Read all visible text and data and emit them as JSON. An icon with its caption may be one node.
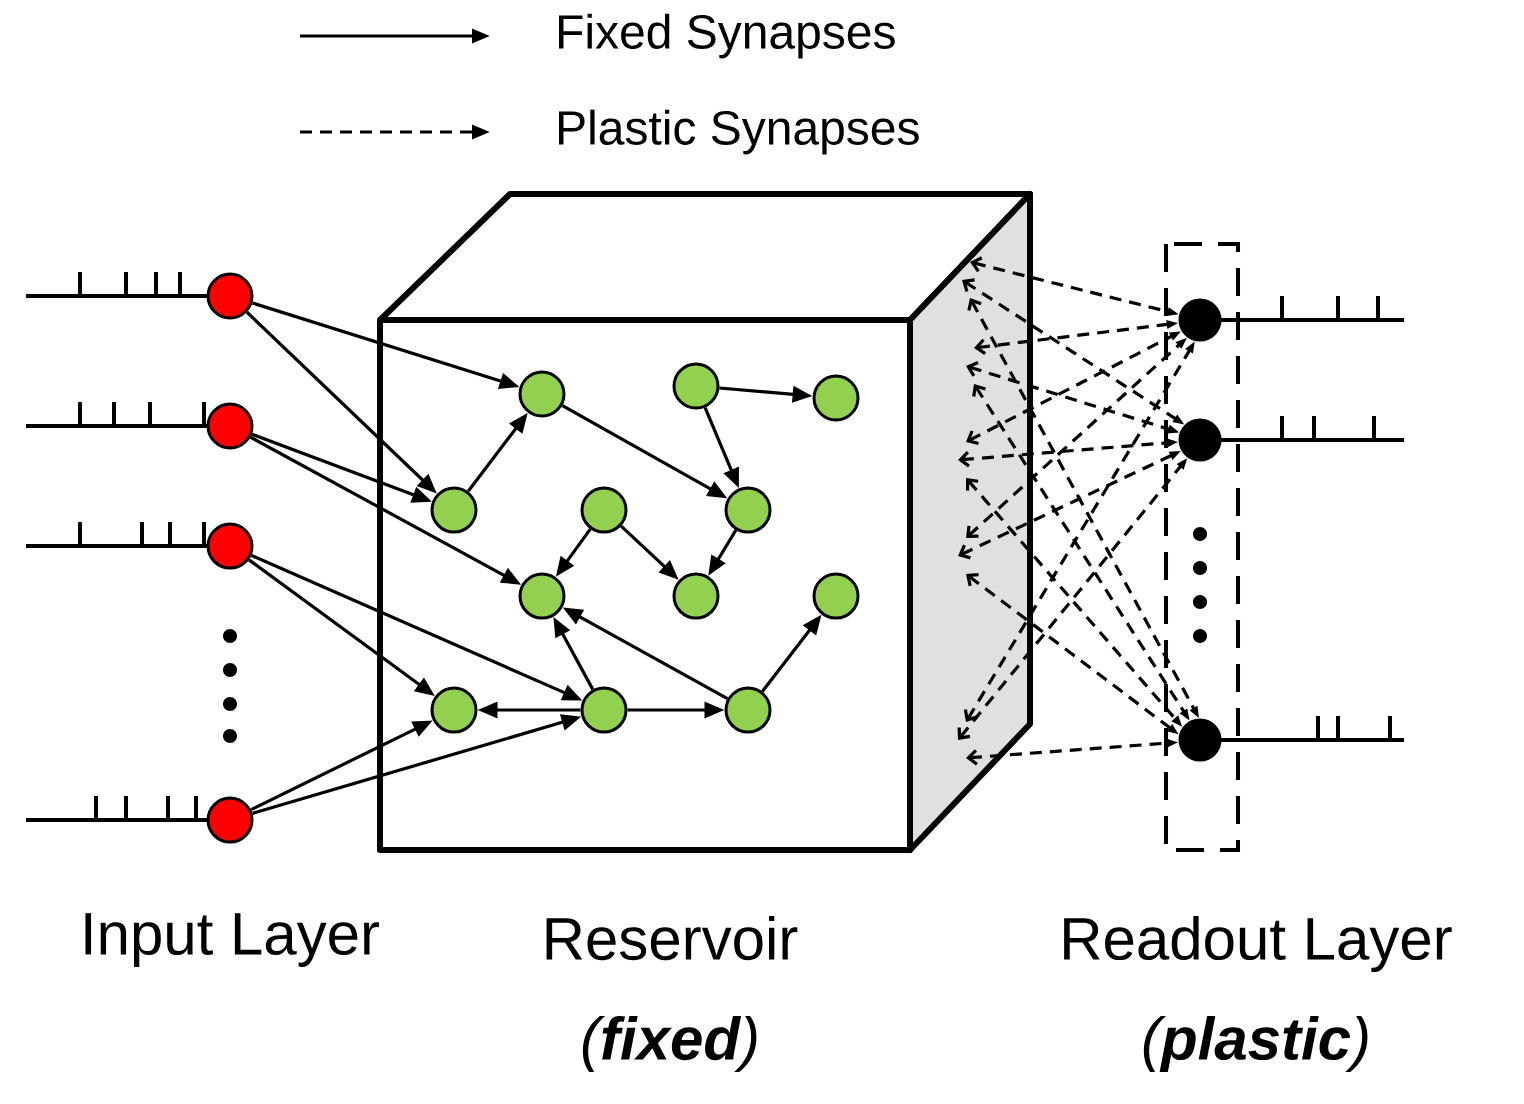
{
  "diagram": {
    "nodes": [
      {
        "text": [],
        "shape": "circle"
      },
      {
        "text": [],
        "shape": "circle"
      },
      {
        "text": [],
        "shape": "circle"
      },
      {
        "text": [],
        "shape": "circle"
      },
      {
        "text": [
          "Reservoir",
          "(**fixed**)"
        ]
      },
      {
        "text": [],
        "shape": "circle",
        "in": 4
      },
      {
        "text": [],
        "shape": "circle",
        "in": 4
      },
      {
        "text": [],
        "shape": "circle",
        "in": 4
      },
      {
        "text": [],
        "shape": "circle",
        "in": 4
      },
      {
        "text": [],
        "shape": "circle",
        "in": 4
      },
      {
        "text": [],
        "shape": "circle",
        "in": 4
      },
      {
        "text": [],
        "shape": "circle",
        "in": 4
      },
      {
        "text": [],
        "shape": "circle",
        "in": 4
      },
      {
        "text": [],
        "shape": "circle",
        "in": 4
      },
      {
        "text": [],
        "shape": "circle",
        "in": 4
      },
      {
        "text": [],
        "shape": "circle",
        "in": 4
      },
      {
        "text": [],
        "shape": "circle",
        "in": 4
      },
      {
        "text": [
          "Readout Layer",
          "(**plastic**)"
        ]
      },
      {
        "text": [],
        "shape": "circle",
        "in": 17
      },
      {
        "text": [],
        "shape": "circle",
        "in": 17
      },
      {
        "text": [],
        "shape": "circle",
        "in": 17
      }
    ],
    "edges": [
      {
        "from": 6,
        "to": 5,
        "arrow": "to"
      },
      {
        "from": 5,
        "to": 10,
        "arrow": "to"
      },
      {
        "from": 7,
        "to": 8,
        "arrow": "to"
      },
      {
        "from": 7,
        "to": 10,
        "arrow": "to"
      },
      {
        "from": 10,
        "to": 12,
        "arrow": "to"
      },
      {
        "from": 9,
        "to": 11,
        "arrow": "to"
      },
      {
        "from": 9,
        "to": 12,
        "arrow": "to"
      },
      {
        "from": 15,
        "to": 11,
        "arrow": "to"
      },
      {
        "from": 16,
        "to": 11,
        "arrow": "to"
      },
      {
        "from": 16,
        "to": 13,
        "arrow": "to"
      },
      {
        "from": 15,
        "to": 14,
        "arrow": "to"
      },
      {
        "from": 15,
        "to": 16,
        "arrow": "to"
      },
      {
        "from": 0,
        "to": 5,
        "arrow": "to"
      },
      {
        "from": 0,
        "to": 6,
        "arrow": "to"
      },
      {
        "from": 1,
        "to": 6,
        "arrow": "to"
      },
      {
        "from": 1,
        "to": 11,
        "arrow": "to"
      },
      {
        "from": 2,
        "to": 14,
        "arrow": "to"
      },
      {
        "from": 2,
        "to": 15,
        "arrow": "to"
      },
      {
        "from": 3,
        "to": 14,
        "arrow": "to"
      },
      {
        "from": 3,
        "to": 15,
        "arrow": "to"
      },
      {
        "from": 4,
        "to": 18,
        "arrow": "both",
        "style": "dashed"
      },
      {
        "from": 4,
        "to": 19,
        "arrow": "both",
        "style": "dashed"
      },
      {
        "from": 4,
        "to": 20,
        "arrow": "both",
        "style": "dashed"
      },
      {
        "from": 4,
        "to": 18,
        "arrow": "both",
        "style": "dashed"
      },
      {
        "from": 4,
        "to": 19,
        "arrow": "both",
        "style": "dashed"
      },
      {
        "from": 4,
        "to": 20,
        "arrow": "both",
        "style": "dashed"
      },
      {
        "from": 4,
        "to": 18,
        "arrow": "both",
        "style": "dashed"
      },
      {
        "from": 4,
        "to": 19,
        "arrow": "both",
        "style": "dashed"
      },
      {
        "from": 4,
        "to": 20,
        "arrow": "both",
        "style": "dashed"
      },
      {
        "from": 4,
        "to": 18,
        "arrow": "both",
        "style": "dashed"
      },
      {
        "from": 4,
        "to": 19,
        "arrow": "both",
        "style": "dashed"
      },
      {
        "from": 4,
        "to": 20,
        "arrow": "both",
        "style": "dashed"
      },
      {
        "from": 4,
        "to": 18,
        "arrow": "both",
        "style": "dashed"
      },
      {
        "from": 4,
        "to": 19,
        "arrow": "both",
        "style": "dashed"
      },
      {
        "from": 4,
        "to": 20,
        "arrow": "both",
        "style": "dashed"
      }
    ],
    "labels": [
      "Input Layer"
    ],
    "legend": [
      {
        "text": "Fixed Synapses"
      },
      {
        "text": "Plastic Synapses"
      }
    ]
  }
}
